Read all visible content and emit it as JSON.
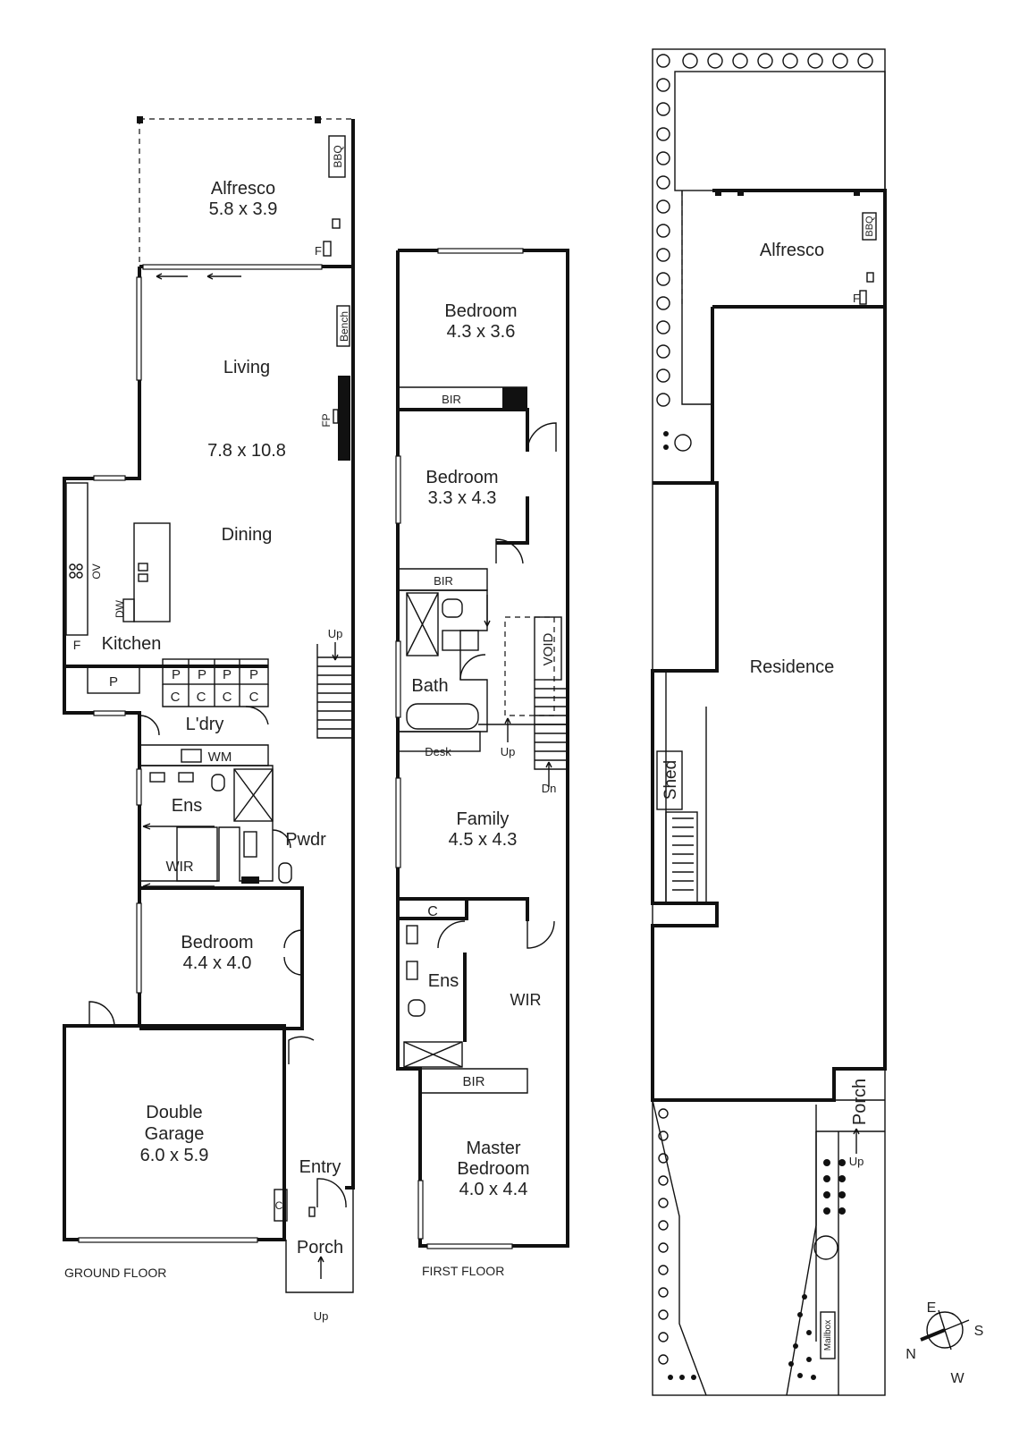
{
  "ground_floor": {
    "caption": "GROUND FLOOR",
    "rooms": {
      "alfresco": {
        "name": "Alfresco",
        "size": "5.8 x 3.9"
      },
      "living": {
        "name": "Living",
        "size": "7.8 x 10.8"
      },
      "dining": {
        "name": "Dining"
      },
      "kitchen": {
        "name": "Kitchen"
      },
      "laundry": {
        "name": "L'dry"
      },
      "ensuite": {
        "name": "Ens"
      },
      "wir": {
        "name": "WIR"
      },
      "powder": {
        "name": "Pwdr"
      },
      "bedroom": {
        "name": "Bedroom",
        "size": "4.4 x 4.0"
      },
      "garage": {
        "name1": "Double",
        "name2": "Garage",
        "size": "6.0 x 5.9"
      },
      "entry": {
        "name": "Entry"
      },
      "porch": {
        "name": "Porch"
      }
    },
    "fixtures": {
      "bbq": "BBQ",
      "bench": "Bench",
      "fp": "FP",
      "fridge": "F",
      "fridge_alfresco": "F",
      "oven": "OV",
      "dishwasher": "DW",
      "pantry": "P",
      "cupboard": "C",
      "washing_machine": "WM",
      "stair_up": "Up",
      "porch_up": "Up"
    }
  },
  "first_floor": {
    "caption": "FIRST FLOOR",
    "rooms": {
      "bedroom_a": {
        "name": "Bedroom",
        "size": "4.3 x 3.6"
      },
      "bedroom_b": {
        "name": "Bedroom",
        "size": "3.3 x 4.3"
      },
      "bath": {
        "name": "Bath"
      },
      "void": {
        "name": "VOID"
      },
      "family": {
        "name": "Family",
        "size": "4.5 x 4.3"
      },
      "ensuite": {
        "name": "Ens"
      },
      "wir": {
        "name": "WIR"
      },
      "master": {
        "name1": "Master",
        "name2": "Bedroom",
        "size": "4.0 x 4.4"
      }
    },
    "fixtures": {
      "bir": "BIR",
      "desk": "Desk",
      "up": "Up",
      "dn": "Dn",
      "cupboard": "C"
    }
  },
  "site_plan": {
    "rooms": {
      "alfresco": "Alfresco",
      "residence": "Residence",
      "shed": "Shed",
      "porch": "Porch"
    },
    "fixtures": {
      "bbq": "BBQ",
      "fridge": "F",
      "up": "Up",
      "mailbox": "Mailbox"
    }
  },
  "compass": {
    "n": "N",
    "e": "E",
    "s": "S",
    "w": "W"
  }
}
